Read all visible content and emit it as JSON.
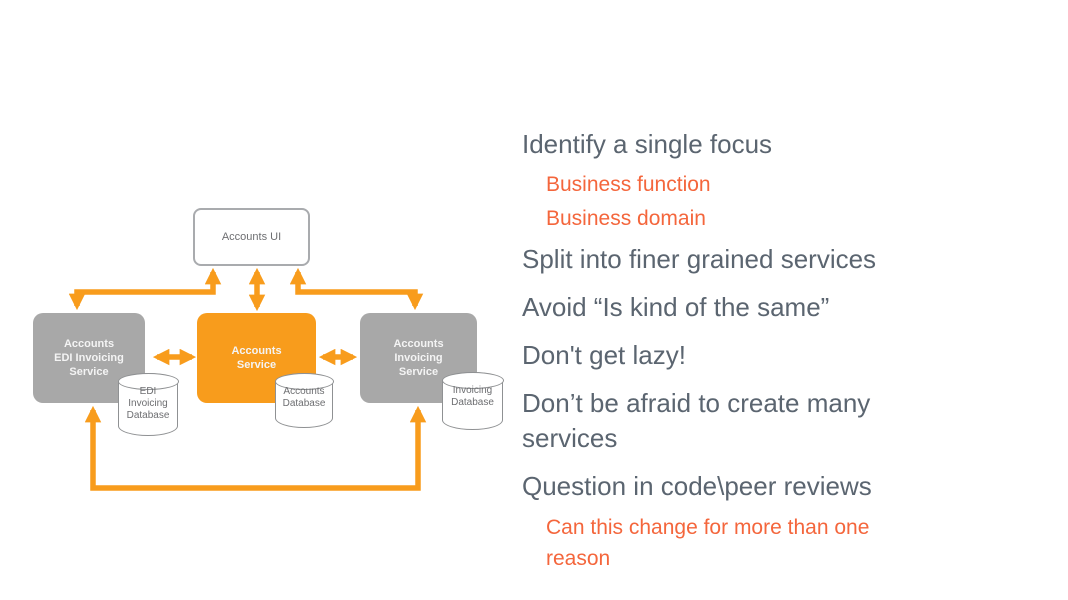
{
  "colors": {
    "accent_orange": "#F89C1C",
    "bullet_orange": "#F4663C",
    "heading_gray": "#5B6570",
    "service_box_gray": "#A8A8A8",
    "diagram_label_gray": "#6D6E71"
  },
  "diagram": {
    "ui_box": {
      "label": "Accounts UI"
    },
    "services": [
      {
        "label": "Accounts\nEDI Invoicing\nService"
      },
      {
        "label": "Accounts\nService"
      },
      {
        "label": "Accounts\nInvoicing\nService"
      }
    ],
    "databases": [
      {
        "label": "EDI\nInvoicing\nDatabase"
      },
      {
        "label": "Accounts\nDatabase"
      },
      {
        "label": "Invoicing\nDatabase"
      }
    ]
  },
  "bullets": [
    {
      "level": 1,
      "text": "Identify a single focus"
    },
    {
      "level": 2,
      "text": "Business function"
    },
    {
      "level": 2,
      "text": "Business domain"
    },
    {
      "level": 1,
      "text": "Split into finer grained services"
    },
    {
      "level": 1,
      "text": "Avoid “Is kind of the same”"
    },
    {
      "level": 1,
      "text": "Don't get lazy!"
    },
    {
      "level": 1,
      "text": "Don’t be afraid to create many\nservices"
    },
    {
      "level": 1,
      "text": "Question in code\\peer reviews"
    },
    {
      "level": 2,
      "text": "Can this change for more than one\nreason"
    }
  ]
}
